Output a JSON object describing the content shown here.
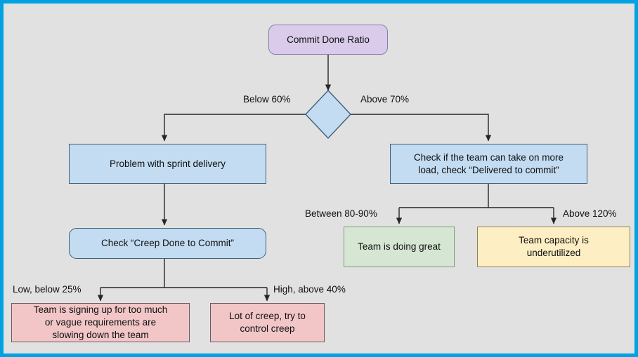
{
  "diagram": {
    "title": "Commit Done Ratio decision flowchart",
    "type": "flowchart",
    "canvas": {
      "background": "#e1e1e1",
      "border_color": "#00a2e1"
    },
    "palette": {
      "purple_fill": "#d9cbe9",
      "blue_fill": "#c3dcf2",
      "green_fill": "#d5e7d2",
      "yellow_fill": "#fdeec3",
      "pink_fill": "#f2c6c7",
      "line": "#262626"
    },
    "nodes": [
      {
        "id": "root",
        "shape": "rounded-rect",
        "color": "purple",
        "lines": [
          "Commit Done Ratio"
        ]
      },
      {
        "id": "decision",
        "shape": "diamond",
        "color": "blue",
        "lines": []
      },
      {
        "id": "problem",
        "shape": "rect",
        "color": "blue",
        "lines": [
          "Problem with sprint delivery"
        ]
      },
      {
        "id": "check-load",
        "shape": "rect",
        "color": "blue",
        "lines": [
          "Check if the team can take on more",
          "load, check “Delivered to commit”"
        ]
      },
      {
        "id": "check-creep",
        "shape": "rounded-rect",
        "color": "blue",
        "lines": [
          "Check “Creep Done to Commit”"
        ]
      },
      {
        "id": "doing-great",
        "shape": "rect",
        "color": "green",
        "lines": [
          "Team is doing great"
        ]
      },
      {
        "id": "underused",
        "shape": "rect",
        "color": "yellow",
        "lines": [
          "Team capacity is",
          "underutilized"
        ]
      },
      {
        "id": "signing-up",
        "shape": "rect",
        "color": "pink",
        "lines": [
          "Team is signing up for too much",
          "or vague requirements are",
          "slowing down the team"
        ]
      },
      {
        "id": "lot-creep",
        "shape": "rect",
        "color": "pink",
        "lines": [
          "Lot of creep, try to",
          "control creep"
        ]
      }
    ],
    "edge_labels": [
      {
        "id": "below-60",
        "text": "Below 60%"
      },
      {
        "id": "above-70",
        "text": "Above 70%"
      },
      {
        "id": "between-80",
        "text": "Between 80-90%"
      },
      {
        "id": "above-120",
        "text": "Above 120%"
      },
      {
        "id": "low-25",
        "text": "Low, below 25%"
      },
      {
        "id": "high-40",
        "text": "High, above 40%"
      }
    ]
  }
}
